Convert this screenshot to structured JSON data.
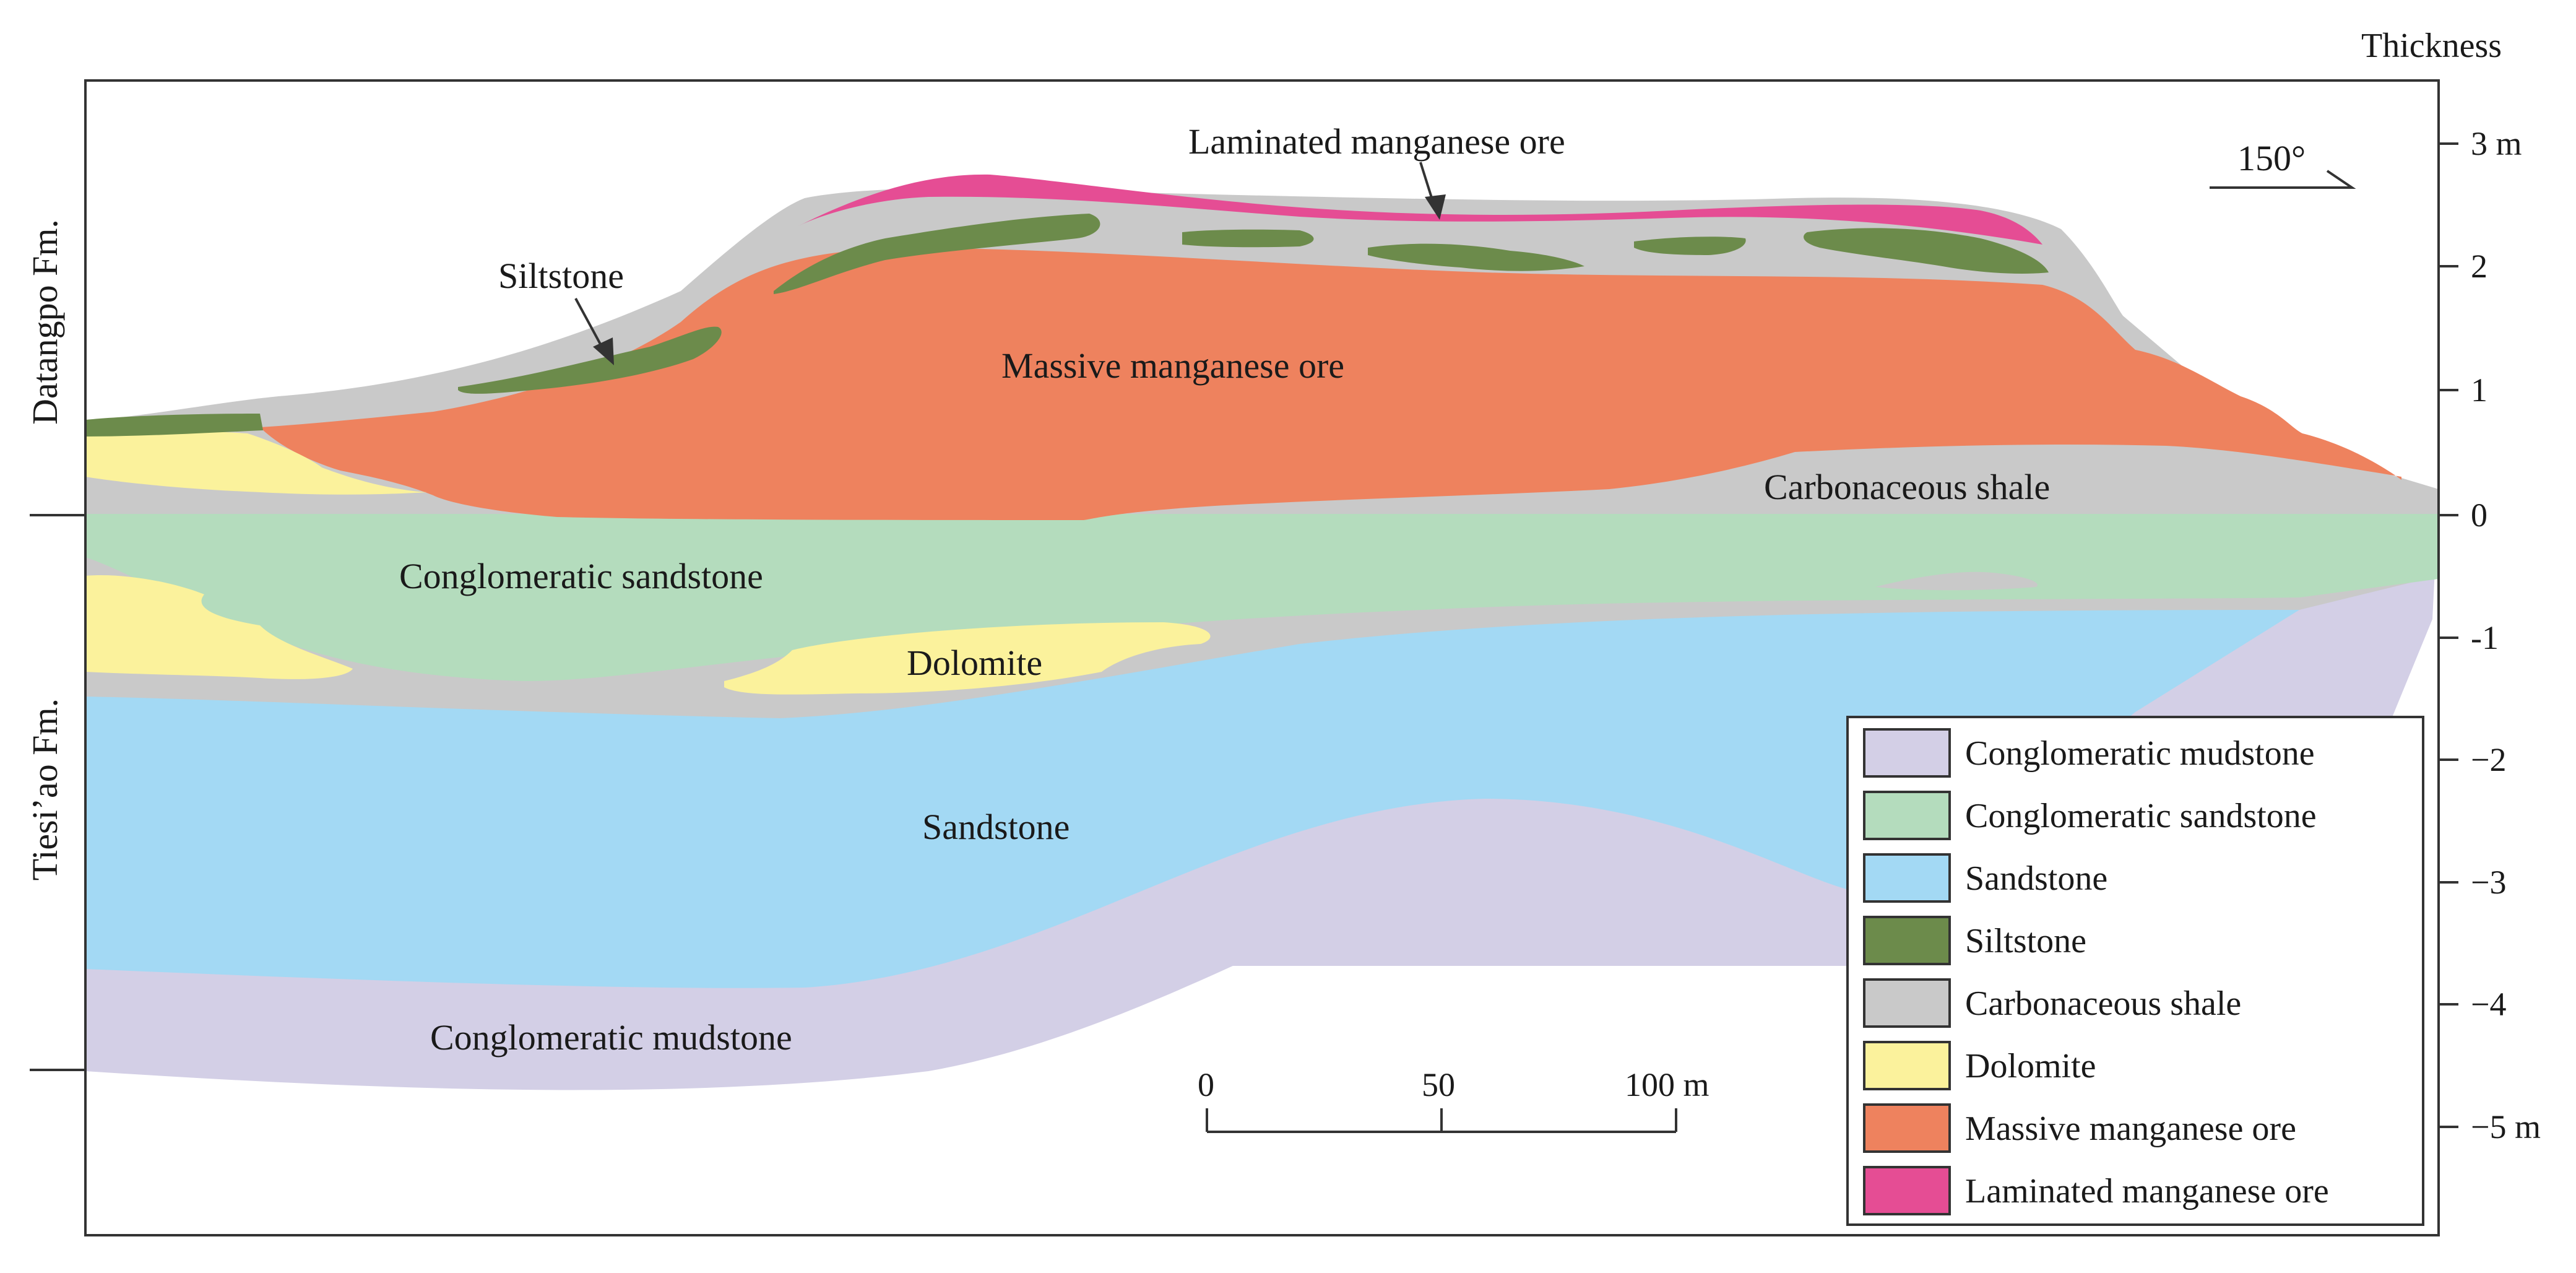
{
  "colors": {
    "conglomeratic_mudstone": "#d3cfe6",
    "conglomeratic_sandstone": "#b4dcbd",
    "sandstone": "#a3d9f4",
    "siltstone": "#6c8b4b",
    "carbonaceous_shale": "#c9c9c9",
    "dolomite": "#fbf29c",
    "massive_manganese_ore": "#ee825e",
    "laminated_manganese_ore": "#e54d94",
    "line": "#333333"
  },
  "formations": {
    "upper": "Datangpo Fm.",
    "lower": "Tiesi’ao Fm."
  },
  "thickness_axis": {
    "title": "Thickness",
    "ticks": [
      "3 m",
      "2",
      "1",
      "0",
      "-1",
      "−2",
      "−3",
      "−4",
      "−5 m"
    ]
  },
  "orientation": {
    "label": "150°"
  },
  "scale_bar": {
    "ticks": [
      "0",
      "50",
      "100 m"
    ]
  },
  "unit_labels": {
    "laminated_ore": "Laminated manganese ore",
    "siltstone": "Siltstone",
    "massive_ore": "Massive  manganese ore",
    "carbonaceous_shale": "Carbonaceous shale",
    "conglomeratic_sandstone": "Conglomeratic sandstone",
    "dolomite": "Dolomite",
    "sandstone": "Sandstone",
    "conglomeratic_mudstone": "Conglomeratic mudstone"
  },
  "legend": [
    {
      "label": "Conglomeratic mudstone",
      "color": "#d3cfe6"
    },
    {
      "label": "Conglomeratic sandstone",
      "color": "#b4dcbd"
    },
    {
      "label": "Sandstone",
      "color": "#a3d9f4"
    },
    {
      "label": "Siltstone",
      "color": "#6c8b4b"
    },
    {
      "label": "Carbonaceous shale",
      "color": "#c9c9c9"
    },
    {
      "label": "Dolomite",
      "color": "#fbf29c"
    },
    {
      "label": "Massive  manganese ore",
      "color": "#ee825e"
    },
    {
      "label": "Laminated manganese ore",
      "color": "#e54d94"
    }
  ]
}
